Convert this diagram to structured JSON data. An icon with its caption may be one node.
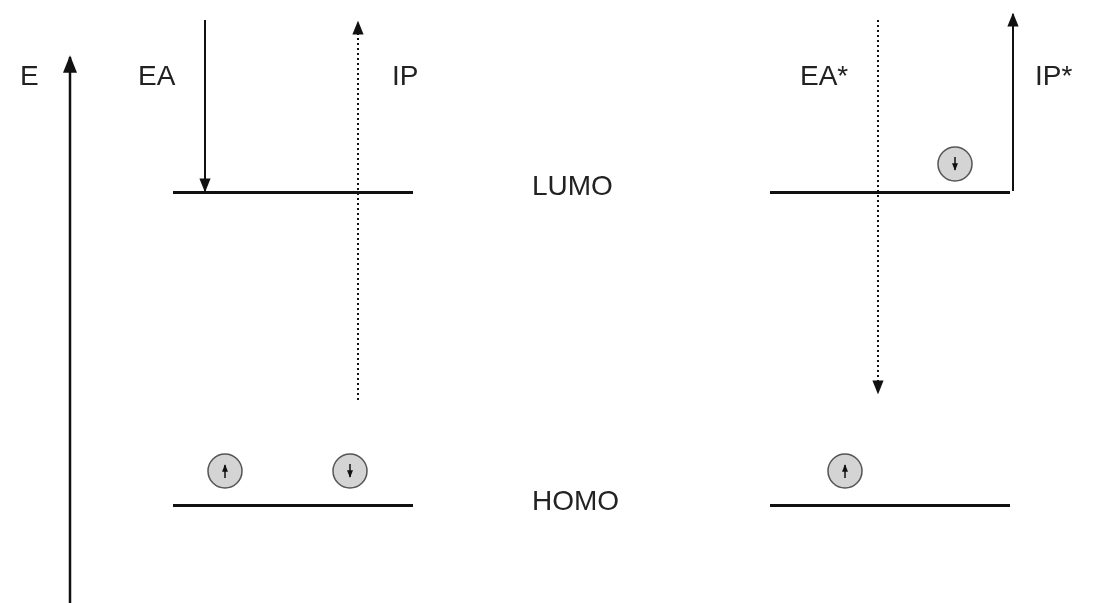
{
  "diagram": {
    "nodes": [
      {
        "text": [],
        "shape": "bar"
      },
      {
        "text": [],
        "shape": "bar"
      },
      {
        "text": [],
        "shape": "bar"
      },
      {
        "text": [],
        "shape": "bar"
      }
    ],
    "edges": [
      {
        "from": null,
        "to": 0,
        "arrow": "to",
        "label": "EA"
      },
      {
        "from": 1,
        "to": null,
        "arrow": "to",
        "label": "IP*"
      }
    ],
    "labels": [
      "E",
      "IP",
      "EA*",
      "LUMO",
      "HOMO"
    ]
  }
}
